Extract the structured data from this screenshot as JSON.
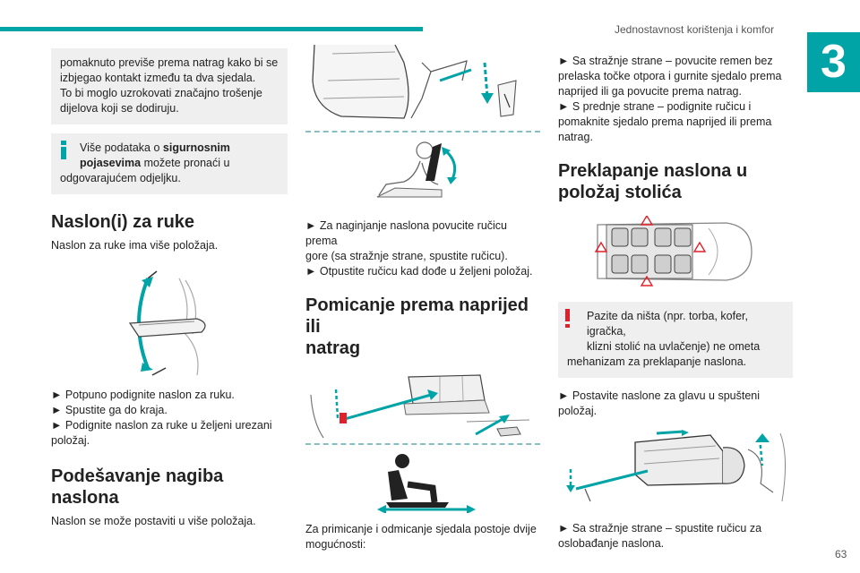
{
  "header": {
    "title": "Jednostavnost korištenja i komfor",
    "chapter": "3",
    "page_number": "63"
  },
  "col1": {
    "box1_lines": [
      "pomaknuto previše prema natrag kako bi se",
      "izbjegao kontakt između ta dva sjedala.",
      "To bi moglo uzrokovati značajno trošenje",
      "dijelova koji se dodiruju."
    ],
    "info_pre": "Više podataka o ",
    "info_bold1": "sigurnosnim",
    "info_bold2": "pojasevima",
    "info_post": " možete pronaći u",
    "info_line3": "odgovarajućem odjeljku.",
    "armrest_title": "Naslon(i) za ruke",
    "armrest_intro": "Naslon za ruke ima više položaja.",
    "armrest_steps": [
      "► Potpuno podignite naslon za ruku.",
      "► Spustite ga do kraja.",
      "► Podignite naslon za ruke u željeni urezani",
      "položaj."
    ],
    "recline_title_1": "Podešavanje nagiba",
    "recline_title_2": "naslona",
    "recline_intro": "Naslon se može postaviti u više položaja."
  },
  "col2": {
    "recline_steps": [
      "► Za naginjanje naslona povucite ručicu prema",
      "gore (sa stražnje strane, spustite ručicu).",
      "► Otpustite ručicu kad dođe u željeni položaj."
    ],
    "move_title_1": "Pomicanje prema naprijed ili",
    "move_title_2": "natrag",
    "move_intro_1": "Za primicanje i odmicanje sjedala postoje dvije",
    "move_intro_2": "mogućnosti:"
  },
  "col3": {
    "move_steps": [
      "► Sa stražnje strane – povucite remen bez",
      "prelaska točke otpora i gurnite sjedalo prema",
      "naprijed ili ga povucite prema natrag.",
      "► S prednje strane – podignite ručicu i",
      "pomaknite sjedalo prema naprijed ili prema",
      "natrag."
    ],
    "fold_title_1": "Preklapanje naslona u",
    "fold_title_2": "položaj stolića",
    "warning_lines": [
      "Pazite da ništa (npr. torba, kofer, igračka,",
      "klizni stolić na uvlačenje) ne ometa",
      "mehanizam za preklapanje naslona."
    ],
    "headrest_step_1": "► Postavite naslone za glavu u spušteni",
    "headrest_step_2": "položaj.",
    "release_step_1": "► Sa stražnje strane – spustite ručicu za",
    "release_step_2": "oslobađanje naslona."
  },
  "colors": {
    "accent": "#00a3a6",
    "warning": "#e0202a",
    "box_bg": "#efeff0"
  }
}
